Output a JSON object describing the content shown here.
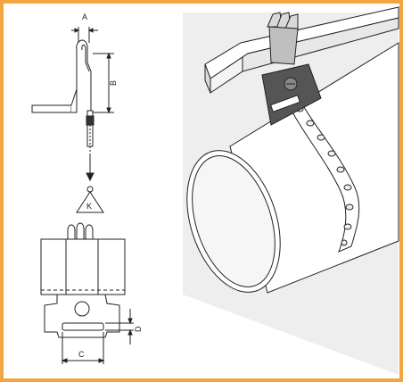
{
  "frame": {
    "border_color": "#f2a640",
    "background": "#ffffff"
  },
  "labels": {
    "dim_a": "A",
    "dim_b": "B",
    "dim_c": "C",
    "dim_d": "D",
    "load_k": "K"
  }
}
